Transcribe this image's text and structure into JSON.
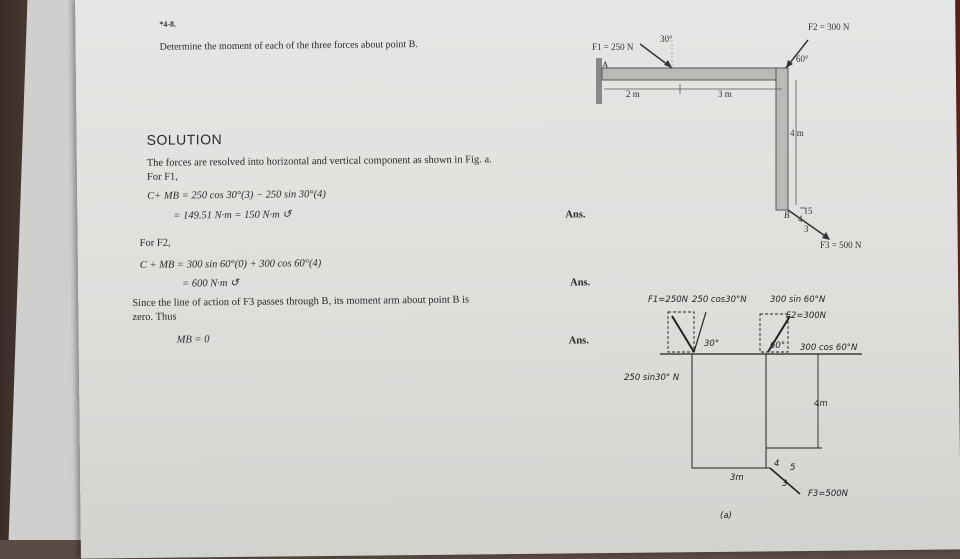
{
  "problem": {
    "number": "*4-8.",
    "statement": "Determine the moment of each of the three forces about point B."
  },
  "solution": {
    "heading": "SOLUTION",
    "intro": "The forces are resolved into horizontal and vertical component as shown in Fig. a.",
    "f1_heading": "For F1,",
    "f1_eq1": "C+ MB = 250 cos 30°(3) − 250 sin 30°(4)",
    "f1_eq2": "= 149.51 N·m = 150 N·m ↺",
    "f2_heading": "For F2,",
    "f2_eq1": "C + MB = 300 sin 60°(0) + 300 cos 60°(4)",
    "f2_eq2": "= 600 N·m ↺",
    "f3_text_line1": "Since the line of action of F3 passes through B, its moment arm about point B is",
    "f3_text_line2": "zero. Thus",
    "f3_eq": "MB = 0",
    "ans_label": "Ans."
  },
  "figure_top": {
    "f1_label": "F1 = 250 N",
    "f1_angle": "30°",
    "f2_label": "F2 = 300 N",
    "f2_angle": "60°",
    "dim_2m": "2 m",
    "dim_3m": "3 m",
    "dim_4m": "4 m",
    "point_b": "B",
    "point_a": "A",
    "tri_5": "5",
    "tri_4": "4",
    "tri_3": "3",
    "f3_label": "F3 = 500 N"
  },
  "figure_hand": {
    "f1": "F1=250N",
    "f1_cos": "250 cos30°N",
    "f1_sin": "250 sin30° N",
    "angle30": "30°",
    "f2_sin": "300 sin 60°N",
    "f2": "F2=300N",
    "f2_cos": "300 cos 60°N",
    "angle60": "60°",
    "dim_4m": "4m",
    "dim_3m": "3m",
    "tri_5": "5",
    "tri_4": "4",
    "tri_3": "3",
    "f3": "F3=500N",
    "caption": "(a)"
  }
}
